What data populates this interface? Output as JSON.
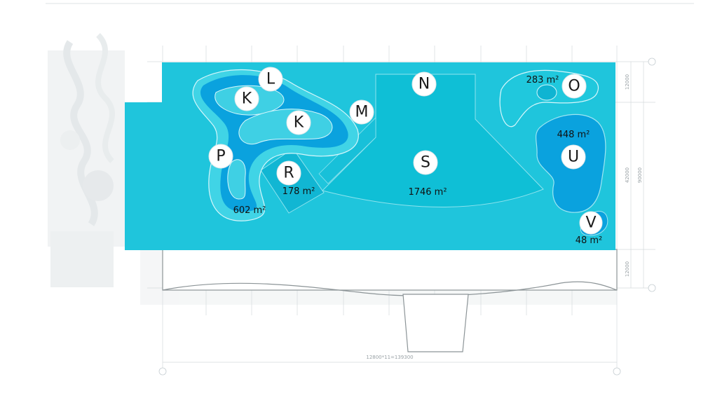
{
  "markers": {
    "L": "L",
    "K1": "K",
    "K2": "K",
    "M": "M",
    "N": "N",
    "O": "O",
    "P": "P",
    "R": "R",
    "S": "S",
    "U": "U",
    "V": "V"
  },
  "areas": {
    "O": "283 m²",
    "U": "448 m²",
    "R": "178 m²",
    "S": "1746 m²",
    "P": "602 m²",
    "V": "48 m²"
  },
  "dimensions": {
    "bottom": "12800*11=139300",
    "right_top": "12000",
    "right_mid": "42000",
    "right_total": "90000",
    "right_bottom": "12000"
  },
  "colors": {
    "pool": "#1fc5dc",
    "zone": "#0fb4d2",
    "deep": "#0aa0e0",
    "grid": "#c9d2d6"
  }
}
